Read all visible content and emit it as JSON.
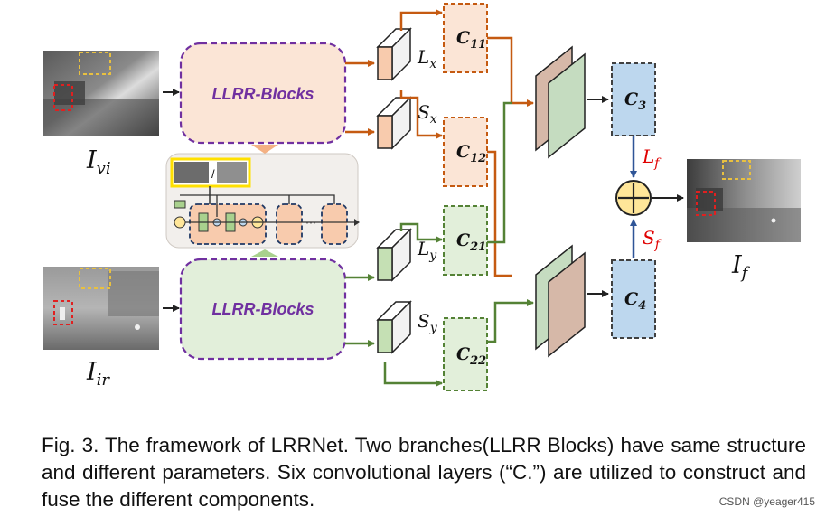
{
  "inputs": {
    "visible_label_base": "I",
    "visible_label_sub": "vi",
    "infrared_label_base": "I",
    "infrared_label_sub": "ir"
  },
  "output": {
    "label_base": "I",
    "label_sub": "f"
  },
  "llrr_blocks": {
    "top_label": "LLRR-Blocks",
    "bottom_label": "LLRR-Blocks",
    "inset_separator": "/"
  },
  "features": [
    {
      "base": "L",
      "sub": "x"
    },
    {
      "base": "S",
      "sub": "x"
    },
    {
      "base": "L",
      "sub": "y"
    },
    {
      "base": "S",
      "sub": "y"
    }
  ],
  "conv_layers": [
    {
      "base": "C",
      "sub": "11"
    },
    {
      "base": "C",
      "sub": "12"
    },
    {
      "base": "C",
      "sub": "21"
    },
    {
      "base": "C",
      "sub": "22"
    },
    {
      "base": "C",
      "sub": "3"
    },
    {
      "base": "C",
      "sub": "4"
    }
  ],
  "fused": {
    "low_rank_base": "L",
    "low_rank_sub": "f",
    "sparse_base": "S",
    "sparse_sub": "f",
    "fuse_symbol": "+"
  },
  "caption": {
    "line1": "Fig. 3. The framework of LRRNet. Two branches(LLRR Blocks) have",
    "line2": "same structure and different parameters. Six convolutional layers (“C.”)",
    "line3": "are utilized to construct and fuse the different components."
  },
  "watermark": "CSDN @yeager415",
  "colors": {
    "orange_arrow": "#c55a11",
    "green_arrow": "#548235",
    "purple_dash": "#7030a0",
    "peach_fill": "#fbe5d6",
    "lightgreen_fill": "#e2efda",
    "blue_fill": "#bdd7ee",
    "red_label": "#e00000",
    "yellow_circle": "#ffe699"
  }
}
